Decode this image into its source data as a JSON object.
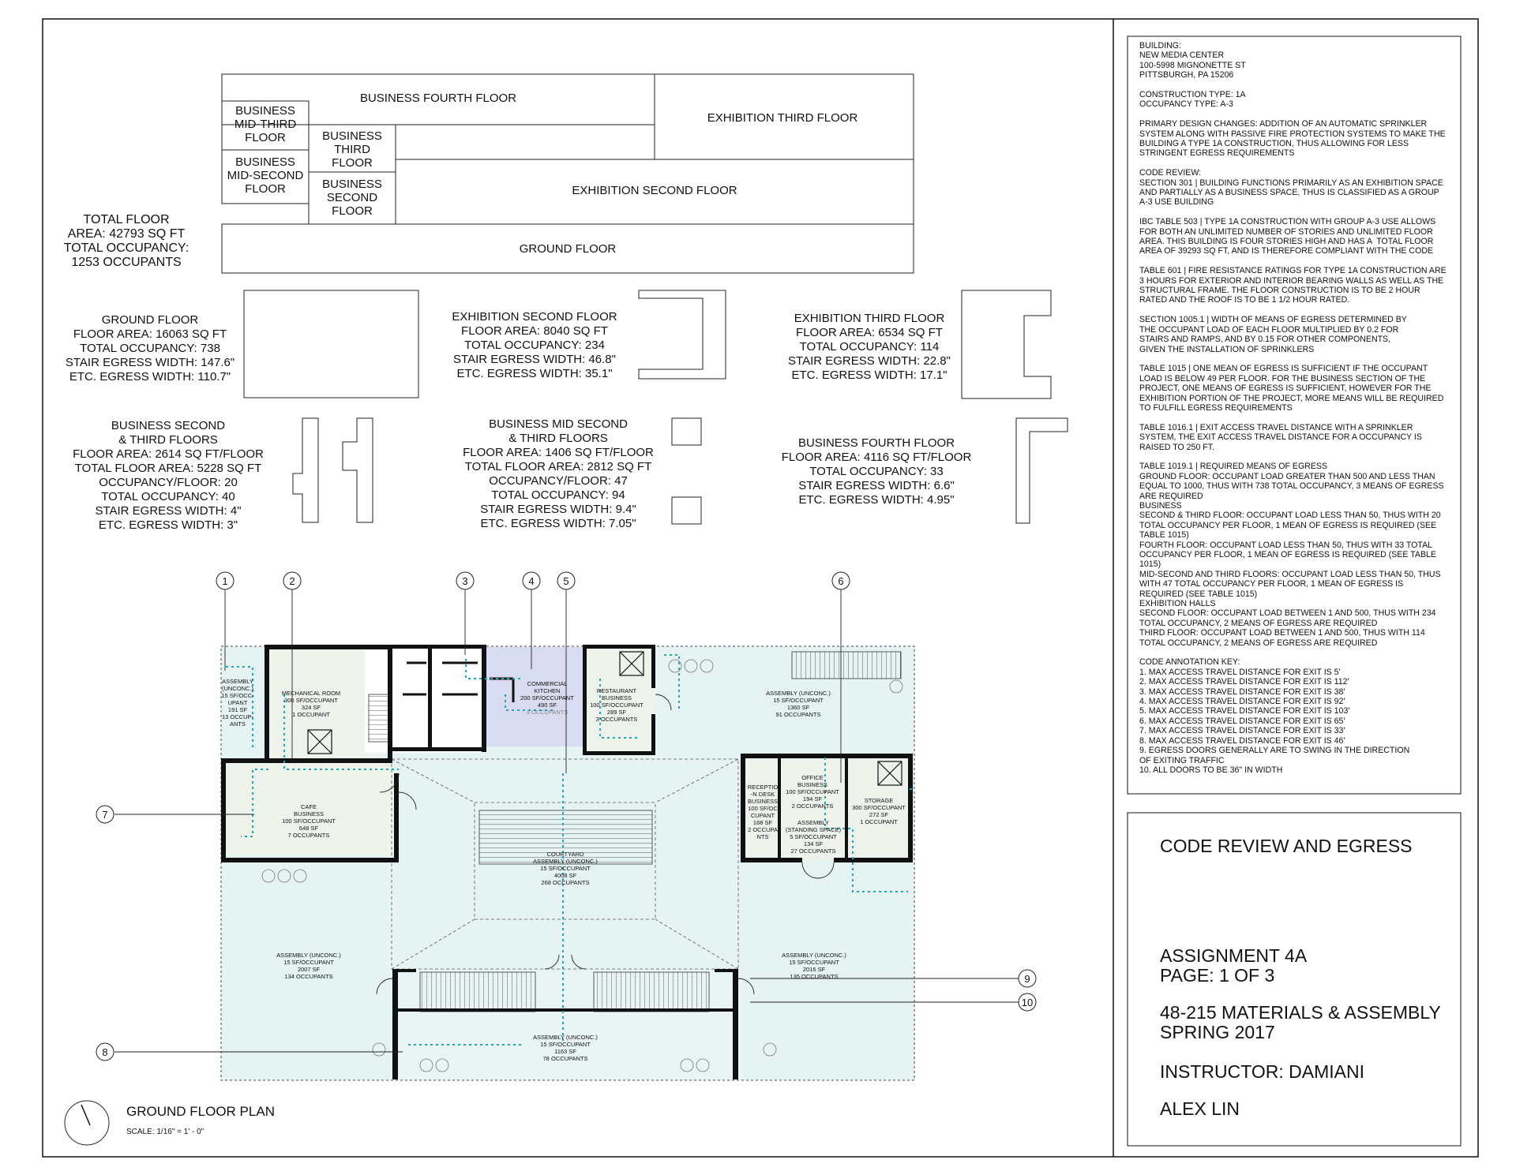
{
  "stack": {
    "business_fourth": "BUSINESS FOURTH FLOOR",
    "exhibition_third": "EXHIBITION THIRD FLOOR",
    "business_mid_third": [
      "BUSINESS",
      "MID-THIRD",
      "FLOOR"
    ],
    "business_third": [
      "BUSINESS",
      "THIRD",
      "FLOOR"
    ],
    "business_mid_second": [
      "BUSINESS",
      "MID-SECOND",
      "FLOOR"
    ],
    "business_second": [
      "BUSINESS",
      "SECOND",
      "FLOOR"
    ],
    "exhibition_second": "EXHIBITION SECOND FLOOR",
    "ground": "GROUND FLOOR"
  },
  "totals": [
    "TOTAL FLOOR",
    "AREA: 42793 SQ FT",
    "TOTAL OCCUPANCY:",
    "1253 OCCUPANTS"
  ],
  "summaries": {
    "ground": [
      "GROUND FLOOR",
      "FLOOR AREA: 16063 SQ FT",
      "TOTAL OCCUPANCY: 738",
      "STAIR EGRESS WIDTH: 147.6\"",
      "ETC. EGRESS WIDTH: 110.7\""
    ],
    "exh_second": [
      "EXHIBITION SECOND FLOOR",
      "FLOOR AREA: 8040 SQ FT",
      "TOTAL OCCUPANCY: 234",
      "STAIR EGRESS WIDTH: 46.8\"",
      "ETC. EGRESS WIDTH: 35.1\""
    ],
    "exh_third": [
      "EXHIBITION THIRD FLOOR",
      "FLOOR AREA: 6534 SQ FT",
      "TOTAL OCCUPANCY: 114",
      "STAIR EGRESS WIDTH: 22.8\"",
      "ETC. EGRESS WIDTH: 17.1\""
    ],
    "bus_second_third": [
      "BUSINESS SECOND",
      "& THIRD FLOORS",
      "FLOOR AREA: 2614 SQ FT/FLOOR",
      "TOTAL FLOOR AREA: 5228 SQ FT",
      "OCCUPANCY/FLOOR: 20",
      "TOTAL OCCUPANCY: 40",
      "STAIR EGRESS WIDTH: 4\"",
      "ETC. EGRESS WIDTH: 3\""
    ],
    "bus_mid": [
      "BUSINESS MID SECOND",
      "& THIRD FLOORS",
      "FLOOR AREA: 1406 SQ FT/FLOOR",
      "TOTAL FLOOR AREA: 2812 SQ FT",
      "OCCUPANCY/FLOOR: 47",
      "TOTAL OCCUPANCY: 94",
      "STAIR EGRESS WIDTH: 9.4\"",
      "ETC. EGRESS WIDTH: 7.05\""
    ],
    "bus_fourth": [
      "BUSINESS FOURTH FLOOR",
      "FLOOR AREA: 4116 SQ FT/FLOOR",
      "TOTAL OCCUPANCY: 33",
      "STAIR EGRESS WIDTH: 6.6\"",
      "ETC. EGRESS WIDTH: 4.95\""
    ]
  },
  "plan": {
    "title": "GROUND FLOOR PLAN",
    "scale": "SCALE: 1/16\" = 1' - 0\"",
    "markers": [
      "1",
      "2",
      "3",
      "4",
      "5",
      "6",
      "7",
      "8",
      "9",
      "10"
    ],
    "rooms": {
      "assembly_left": [
        "ASSEMBLY",
        "(UNCONC.)",
        "15 SF/OCC-",
        "UPANT",
        "191 SF",
        "13 OCCUP-",
        "ANTS"
      ],
      "mechanical": [
        "MECHANICAL ROOM",
        "300 SF/OCCUPANT",
        "324 SF",
        "1 OCCUPANT"
      ],
      "kitchen": [
        "COMMERCIAL",
        "KITCHEN",
        "200 SF/OCCUPANT",
        "490 SF",
        "3 OCCUPANTS"
      ],
      "restaurant": [
        "RESTAURANT",
        "BUSINESS",
        "100 SF/OCCUPANT",
        "289 SF",
        "3 OCCUPANTS"
      ],
      "assembly_top_right": [
        "ASSEMBLY (UNCONC.)",
        "15 SF/OCCUPANT",
        "1360 SF",
        "91 OCCUPANTS"
      ],
      "cafe": [
        "CAFE",
        "BUSINESS",
        "100 SF/OCCUPANT",
        "648 SF",
        "7 OCCUPANTS"
      ],
      "courtyard": [
        "COURTYARD",
        "ASSEMBLY (UNCONC.)",
        "15 SF/OCCUPANT",
        "4008 SF",
        "268 OCCUPANTS"
      ],
      "reception": [
        "RECEPTIO",
        "-N DESK",
        "BUSINESS",
        "100 SF/OC",
        "CUPANT",
        "168 SF",
        "2 OCCUPA",
        "NTS"
      ],
      "office": [
        "OFFICE",
        "BUSINESS",
        "100 SF/OCCUPANT",
        "194 SF",
        "2 OCCUPANTS"
      ],
      "standing": [
        "ASSEMBLY",
        "(STANDING SPACE)",
        "5 SF/OCCUPANT",
        "134 SF",
        "27 OCCUPANTS"
      ],
      "storage": [
        "STORAGE",
        "300 SF/OCCUPANT",
        "272 SF",
        "1 OCCUPANT"
      ],
      "assembly_mid_left": [
        "ASSEMBLY (UNCONC.)",
        "15 SF/OCCUPANT",
        "2007 SF",
        "134 OCCUPANTS"
      ],
      "assembly_mid_right": [
        "ASSEMBLY (UNCONC.)",
        "15 SF/OCCUPANT",
        "2016 SF",
        "135 OCCUPANTS"
      ],
      "assembly_bottom": [
        "ASSEMBLY (UNCONC.)",
        "15 SF/OCCUPANT",
        "1163 SF",
        "78 OCCUPANTS"
      ]
    }
  },
  "notes": [
    [
      "BUILDING:",
      "NEW MEDIA CENTER",
      "100-5998 MIGNONETTE ST",
      "PITTSBURGH, PA 15206"
    ],
    [
      "CONSTRUCTION TYPE: 1A",
      "OCCUPANCY TYPE: A-3"
    ],
    [
      "PRIMARY DESIGN CHANGES: ADDITION OF AN AUTOMATIC SPRINKLER",
      "SYSTEM ALONG WITH PASSIVE FIRE PROTECTION SYSTEMS TO MAKE THE",
      "BUILDING A TYPE 1A CONSTRUCTION, THUS ALLOWING FOR LESS",
      "STRINGENT EGRESS REQUIREMENTS"
    ],
    [
      "CODE REVIEW:",
      "SECTION 301 | BUILDING FUNCTIONS PRIMARILY AS AN EXHIBITION SPACE",
      "AND PARTIALLY AS A BUSINESS SPACE, THUS IS CLASSIFIED AS A GROUP",
      "A-3 USE BUILDING"
    ],
    [
      "IBC TABLE 503 | TYPE 1A CONSTRUCTION WITH GROUP A-3 USE ALLOWS",
      "FOR BOTH AN UNLIMITED NUMBER OF STORIES AND UNLIMITED FLOOR",
      "AREA. THIS BUILDING IS FOUR STORIES HIGH AND HAS A  TOTAL FLOOR",
      "AREA OF 39293 SQ FT, AND IS THEREFORE COMPLIANT WITH THE CODE"
    ],
    [
      "TABLE 601 | FIRE RESISTANCE RATINGS FOR TYPE 1A CONSTRUCTION ARE",
      "3 HOURS FOR EXTERIOR AND INTERIOR BEARING WALLS AS WELL AS THE",
      "STRUCTURAL FRAME. THE FLOOR CONSTRUCTION IS TO BE 2 HOUR",
      "RATED AND THE ROOF IS TO BE 1 1/2 HOUR RATED."
    ],
    [
      "SECTION 1005.1 | WIDTH OF MEANS OF EGRESS DETERMINED BY",
      "THE OCCUPANT LOAD OF EACH FLOOR MULTIPLIED BY 0.2 FOR",
      "STAIRS AND RAMPS, AND BY 0.15 FOR OTHER COMPONENTS,",
      "GIVEN THE INSTALLATION OF SPRINKLERS"
    ],
    [
      "TABLE 1015 | ONE MEAN OF EGRESS IS SUFFICIENT IF THE OCCUPANT",
      "LOAD IS BELOW 49 PER FLOOR. FOR THE BUSINESS SECTION OF THE",
      "PROJECT, ONE MEANS OF EGRESS IS SUFFICIENT, HOWEVER FOR THE",
      "EXHIBITION PORTION OF THE PROJECT, MORE MEANS WILL BE REQUIRED",
      "TO FULFILL EGRESS REQUIREMENTS"
    ],
    [
      "TABLE 1016.1 | EXIT ACCESS TRAVEL DISTANCE WITH A SPRINKLER",
      "SYSTEM, THE EXIT ACCESS TRAVEL DISTANCE FOR A OCCUPANCY IS",
      "RAISED TO 250 FT."
    ],
    [
      "TABLE 1019.1 | REQUIRED MEANS OF EGRESS",
      "GROUND FLOOR: OCCUPANT LOAD GREATER THAN 500 AND LESS THAN",
      "EQUAL TO 1000, THUS WITH 738 TOTAL OCCUPANCY, 3 MEANS OF EGRESS",
      "ARE REQUIRED",
      "BUSINESS",
      "SECOND & THIRD FLOOR: OCCUPANT LOAD LESS THAN 50, THUS WITH 20",
      "TOTAL OCCUPANCY PER FLOOR, 1 MEAN OF EGRESS IS REQUIRED (SEE",
      "TABLE 1015)",
      "FOURTH FLOOR: OCCUPANT LOAD LESS THAN 50, THUS WITH 33 TOTAL",
      "OCCUPANCY PER FLOOR, 1 MEAN OF EGRESS IS REQUIRED (SEE TABLE",
      "1015)",
      "MID-SECOND AND THIRD FLOORS: OCCUPANT LOAD LESS THAN 50, THUS",
      "WITH 47 TOTAL OCCUPANCY PER FLOOR, 1 MEAN OF EGRESS IS",
      "REQUIRED (SEE TABLE 1015)",
      "EXHIBITION HALLS",
      "SECOND FLOOR: OCCUPANT LOAD BETWEEN 1 AND 500, THUS WITH 234",
      "TOTAL OCCUPANCY, 2 MEANS OF EGRESS ARE REQUIRED",
      "THIRD FLOOR: OCCUPANT LOAD BETWEEN 1 AND 500, THUS WITH 114",
      "TOTAL OCCUPANCY, 2 MEANS OF EGRESS ARE REQUIRED"
    ],
    [
      "CODE ANNOTATION KEY:",
      "1. MAX ACCESS TRAVEL DISTANCE FOR EXIT IS 5'",
      "2. MAX ACCESS TRAVEL DISTANCE FOR EXIT IS 112'",
      "3. MAX ACCESS TRAVEL DISTANCE FOR EXIT IS 38'",
      "4. MAX ACCESS TRAVEL DISTANCE FOR EXIT IS 92'",
      "5. MAX ACCESS TRAVEL DISTANCE FOR EXIT IS 103'",
      "6. MAX ACCESS TRAVEL DISTANCE FOR EXIT IS 65'",
      "7. MAX ACCESS TRAVEL DISTANCE FOR EXIT IS 33'",
      "8. MAX ACCESS TRAVEL DISTANCE FOR EXIT IS 46'",
      "9. EGRESS DOORS GENERALLY ARE TO SWING IN THE DIRECTION",
      "OF EXITING TRAFFIC",
      "10. ALL DOORS TO BE 36\" IN WIDTH"
    ]
  ],
  "titleblock": {
    "title": "CODE REVIEW AND EGRESS",
    "assignment": "ASSIGNMENT 4A",
    "page": "PAGE: 1 OF 3",
    "course": "48-215 MATERIALS & ASSEMBLY",
    "term": "SPRING  2017",
    "instructor": "INSTRUCTOR: DAMIANI",
    "author": "ALEX LIN"
  }
}
